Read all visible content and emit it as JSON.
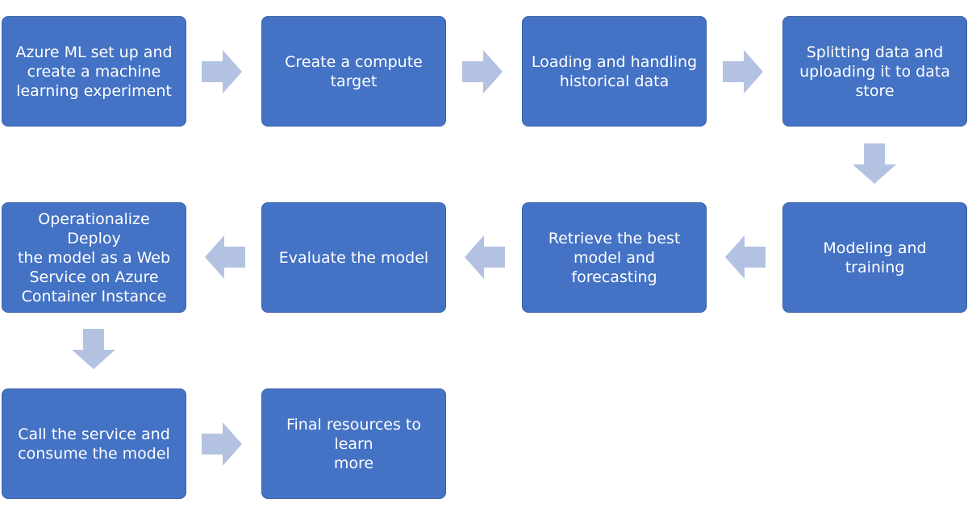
{
  "colors": {
    "step_fill": "#4472c4",
    "step_text": "#ffffff",
    "arrow_fill": "#b4c2e2",
    "background": "#ffffff"
  },
  "steps": [
    {
      "label": "Azure ML set up and\ncreate a machine\nlearning experiment"
    },
    {
      "label": "Create a compute\ntarget"
    },
    {
      "label": "Loading and handling\nhistorical data"
    },
    {
      "label": "Splitting data and\nuploading it to data\nstore"
    },
    {
      "label": "Modeling and training"
    },
    {
      "label": "Retrieve the best\nmodel and forecasting"
    },
    {
      "label": "Evaluate the model"
    },
    {
      "label": "Operationalize Deploy\nthe model as a Web\nService on Azure\nContainer Instance"
    },
    {
      "label": "Call the service and\nconsume the model"
    },
    {
      "label": "Final resources to learn\nmore"
    }
  ],
  "arrows": [
    {
      "icon": "arrow-right-icon",
      "from": 1,
      "to": 2
    },
    {
      "icon": "arrow-right-icon",
      "from": 2,
      "to": 3
    },
    {
      "icon": "arrow-right-icon",
      "from": 3,
      "to": 4
    },
    {
      "icon": "arrow-down-icon",
      "from": 4,
      "to": 5
    },
    {
      "icon": "arrow-left-icon",
      "from": 5,
      "to": 6
    },
    {
      "icon": "arrow-left-icon",
      "from": 6,
      "to": 7
    },
    {
      "icon": "arrow-left-icon",
      "from": 7,
      "to": 8
    },
    {
      "icon": "arrow-down-icon",
      "from": 8,
      "to": 9
    },
    {
      "icon": "arrow-right-icon",
      "from": 9,
      "to": 10
    }
  ]
}
